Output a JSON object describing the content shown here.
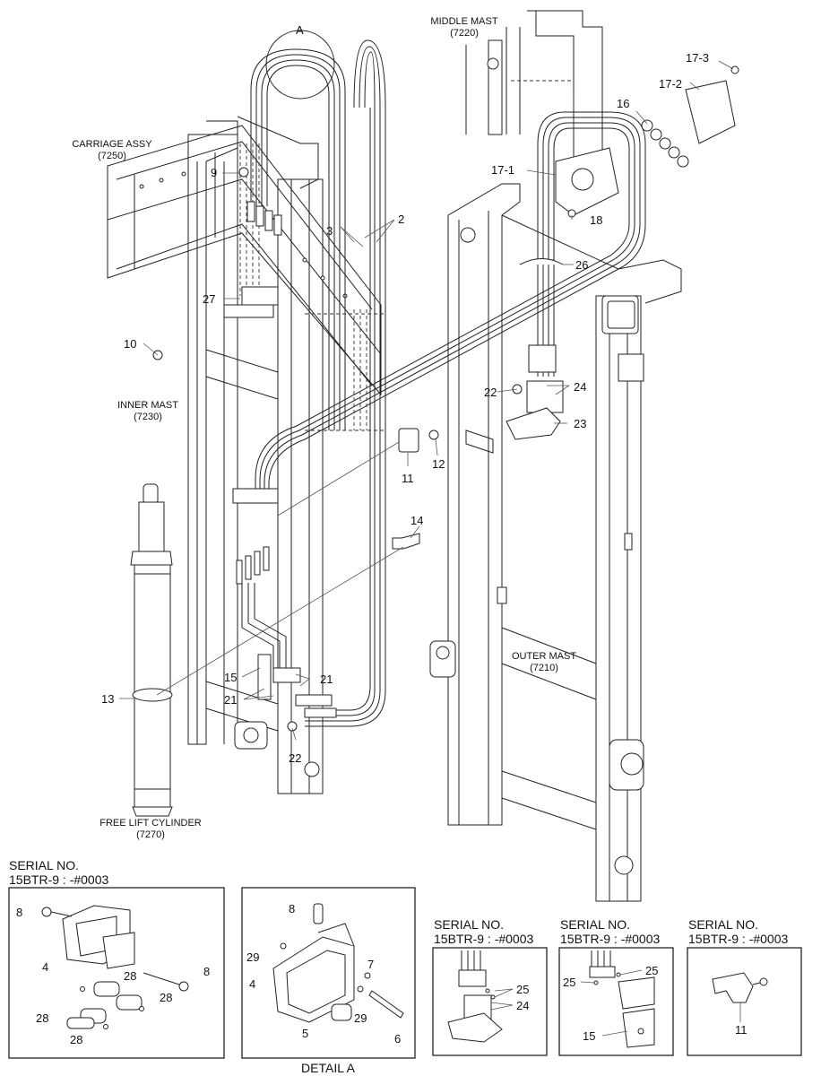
{
  "assemblies": {
    "middle_mast": {
      "name": "MIDDLE MAST",
      "code": "(7220)"
    },
    "carriage": {
      "name": "CARRIAGE ASSY",
      "code": "(7250)"
    },
    "inner_mast": {
      "name": "INNER MAST",
      "code": "(7230)"
    },
    "outer_mast": {
      "name": "OUTER MAST",
      "code": "(7210)"
    },
    "free_lift_cylinder": {
      "name": "FREE LIFT CYLINDER",
      "code": "(7270)"
    }
  },
  "callouts": {
    "a": "A",
    "p2": "2",
    "p3": "3",
    "p9": "9",
    "p10": "10",
    "p11": "11",
    "p12": "12",
    "p13": "13",
    "p14": "14",
    "p15": "15",
    "p16": "16",
    "p17_1": "17-1",
    "p17_2": "17-2",
    "p17_3": "17-3",
    "p18": "18",
    "p21a": "21",
    "p21b": "21",
    "p22a": "22",
    "p22b": "22",
    "p23": "23",
    "p24": "24",
    "p26": "26",
    "p27": "27"
  },
  "insets": {
    "serial_left": {
      "line1": "SERIAL NO.",
      "line2": "15BTR-9 : -#0003"
    },
    "inset1": {
      "p8a": "8",
      "p4": "4",
      "p28a": "28",
      "p8b": "8",
      "p28b": "28",
      "p28c": "28",
      "p28d": "28"
    },
    "detail_a": {
      "caption": "DETAIL A",
      "p8": "8",
      "p29a": "29",
      "p7": "7",
      "p4": "4",
      "p29b": "29",
      "p5": "5",
      "p6": "6"
    },
    "inset3": {
      "serial1": "SERIAL NO.",
      "serial2": "15BTR-9 : -#0003",
      "p25": "25",
      "p24": "24"
    },
    "inset4": {
      "serial1": "SERIAL NO.",
      "serial2": "15BTR-9 : -#0003",
      "p25a": "25",
      "p25b": "25",
      "p15": "15"
    },
    "inset5": {
      "serial1": "SERIAL NO.",
      "serial2": "15BTR-9 : -#0003",
      "p11": "11"
    }
  }
}
